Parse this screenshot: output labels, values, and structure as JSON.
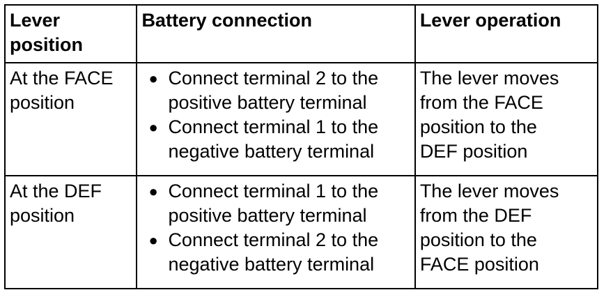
{
  "table": {
    "headers": [
      "Lever\nposition",
      "Battery connection",
      "Lever operation"
    ],
    "rows": [
      {
        "lever_position": "At the FACE\nposition",
        "battery_connection": [
          "Connect terminal 2 to the\npositive battery terminal",
          "Connect terminal 1 to the\nnegative battery terminal"
        ],
        "lever_operation": "The lever moves\nfrom the FACE\nposition to the\nDEF position"
      },
      {
        "lever_position": "At the DEF\nposition",
        "battery_connection": [
          "Connect terminal 1 to the\npositive battery terminal",
          "Connect terminal 2 to the\nnegative battery terminal"
        ],
        "lever_operation": "The lever moves\nfrom the DEF\nposition to the\nFACE position"
      }
    ]
  }
}
